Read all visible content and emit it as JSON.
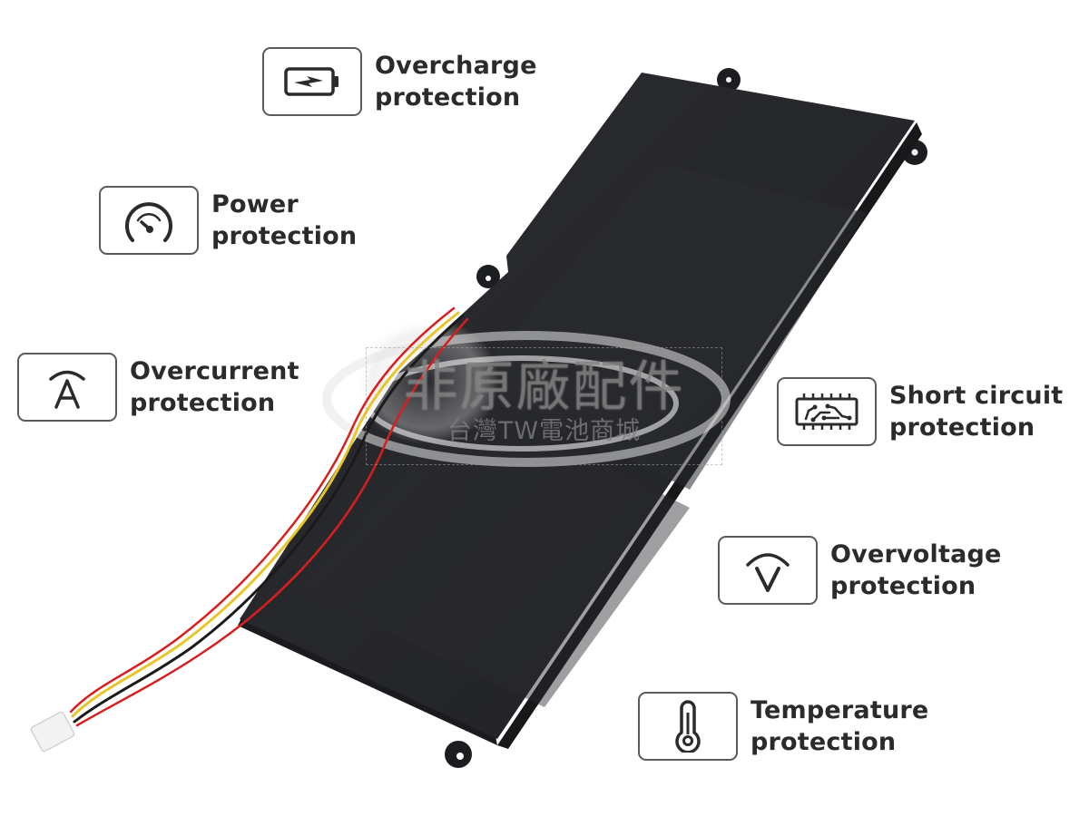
{
  "features": [
    {
      "id": "overcharge",
      "icon": "battery-charging-icon",
      "line1": "Overcharge",
      "line2": "protection"
    },
    {
      "id": "power",
      "icon": "speedometer-gauge-icon",
      "line1": "Power",
      "line2": "protection"
    },
    {
      "id": "overcurrent",
      "icon": "ampere-arc-icon",
      "line1": "Overcurrent",
      "line2": "protection"
    },
    {
      "id": "short_circuit",
      "icon": "circuit-chip-icon",
      "line1": "Short circuit",
      "line2": "protection"
    },
    {
      "id": "overvoltage",
      "icon": "voltage-arc-icon",
      "line1": "Overvoltage",
      "line2": "protection"
    },
    {
      "id": "temperature",
      "icon": "thermometer-icon",
      "line1": "Temperature",
      "line2": "protection"
    }
  ],
  "watermark": {
    "main": "非原廠配件",
    "sub": "台灣TW電池商城"
  },
  "product": {
    "body_color": "#26272b",
    "wire_colors": [
      "#d81e1e",
      "#1a1a1a",
      "#e8c62a",
      "#d81e1e"
    ],
    "connector_color": "#f2f2f2"
  },
  "colors": {
    "text": "#2b2b2b",
    "icon_stroke": "#2b2b2b",
    "card_border": "#5a5a5a"
  }
}
